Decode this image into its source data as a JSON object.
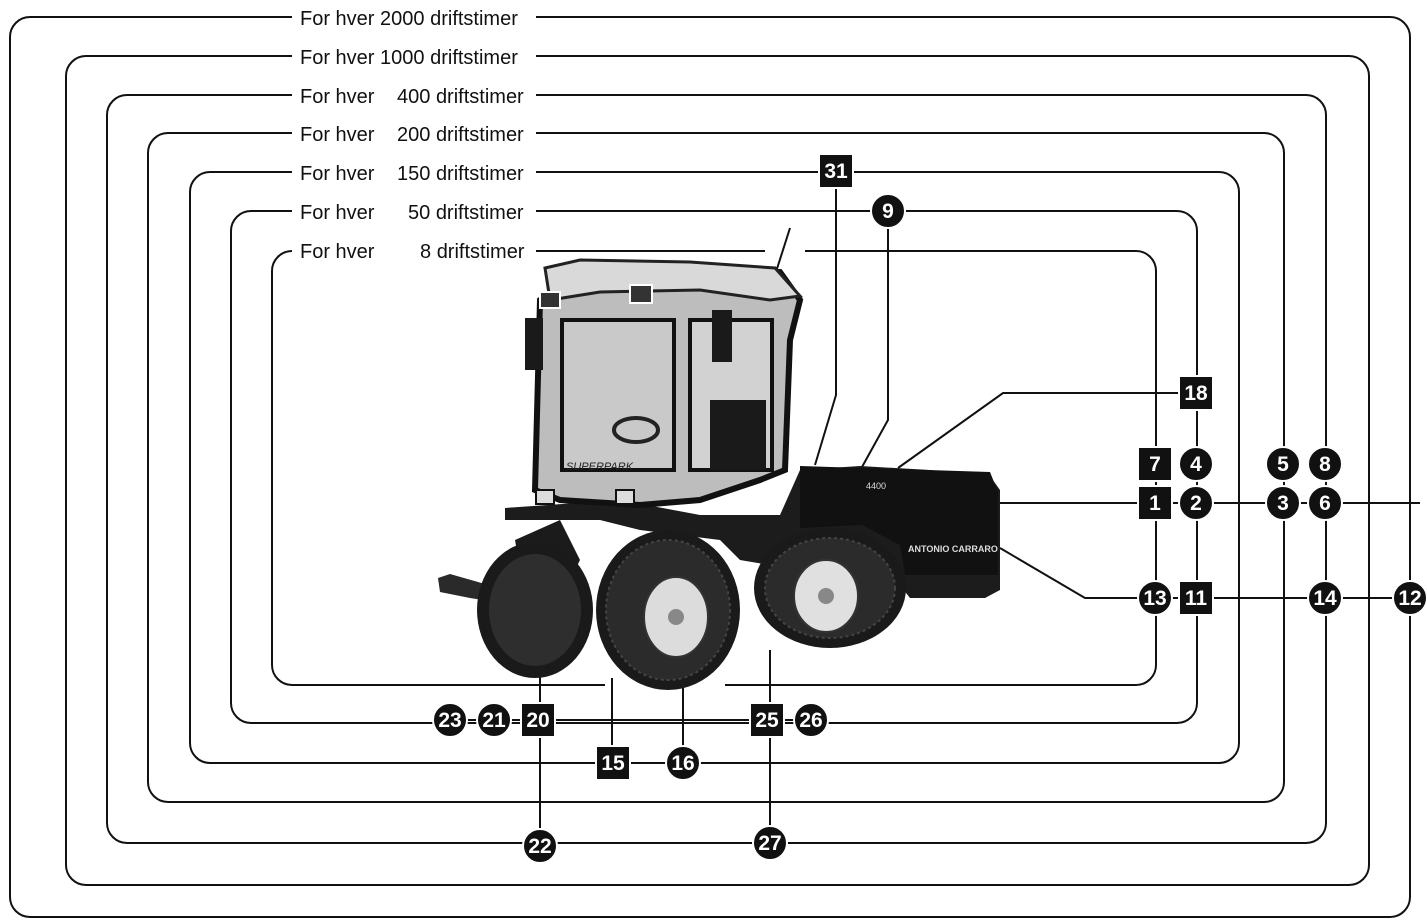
{
  "intervals": [
    {
      "prefix": "For hver",
      "hours": "2000",
      "unit": "driftstimer"
    },
    {
      "prefix": "For hver",
      "hours": "1000",
      "unit": "driftstimer"
    },
    {
      "prefix": "For hver",
      "hours": "400",
      "unit": "driftstimer"
    },
    {
      "prefix": "For hver",
      "hours": "200",
      "unit": "driftstimer"
    },
    {
      "prefix": "For hver",
      "hours": "150",
      "unit": "driftstimer"
    },
    {
      "prefix": "For hver",
      "hours": "50",
      "unit": "driftstimer"
    },
    {
      "prefix": "For hver",
      "hours": "8",
      "unit": "driftstimer"
    }
  ],
  "markers": [
    {
      "id": "31",
      "shape": "square"
    },
    {
      "id": "9",
      "shape": "circle"
    },
    {
      "id": "18",
      "shape": "square"
    },
    {
      "id": "7",
      "shape": "square"
    },
    {
      "id": "4",
      "shape": "circle"
    },
    {
      "id": "5",
      "shape": "circle"
    },
    {
      "id": "8",
      "shape": "circle"
    },
    {
      "id": "1",
      "shape": "square"
    },
    {
      "id": "2",
      "shape": "circle"
    },
    {
      "id": "3",
      "shape": "circle"
    },
    {
      "id": "6",
      "shape": "circle"
    },
    {
      "id": "13",
      "shape": "circle"
    },
    {
      "id": "11",
      "shape": "square"
    },
    {
      "id": "14",
      "shape": "circle"
    },
    {
      "id": "12",
      "shape": "circle"
    },
    {
      "id": "23",
      "shape": "circle"
    },
    {
      "id": "21",
      "shape": "circle"
    },
    {
      "id": "20",
      "shape": "square"
    },
    {
      "id": "25",
      "shape": "square"
    },
    {
      "id": "26",
      "shape": "circle"
    },
    {
      "id": "15",
      "shape": "square"
    },
    {
      "id": "16",
      "shape": "circle"
    },
    {
      "id": "22",
      "shape": "circle"
    },
    {
      "id": "27",
      "shape": "circle"
    }
  ],
  "tractor": {
    "brand_text": "ANTONIO CARRARO",
    "model_text": "4400",
    "cab_text": "SUPERPARK"
  }
}
